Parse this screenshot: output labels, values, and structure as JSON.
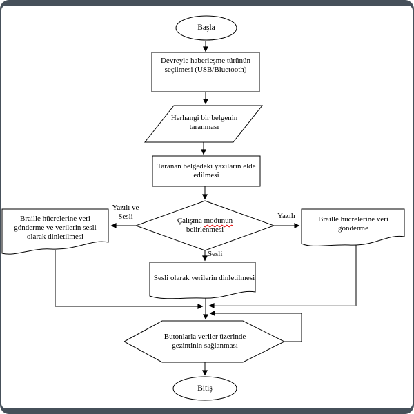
{
  "window": {
    "frame_color": "#46505a",
    "canvas_color": "#ffffff"
  },
  "flowchart": {
    "title_hint": "document scanning / braille device mode flowchart",
    "colors": {
      "stroke": "#000000",
      "spellcheck_underline": "#e60000",
      "merge_line_gray": "#8c8c8c"
    },
    "start": "Başla",
    "end": "Bitiş",
    "nodes": {
      "select_comm": "Devreyle haberleşme türünün seçilmesi (USB/Bluetooth)",
      "scan_doc": "Herhangi bir belgenin taranması",
      "extract_text": "Taranan belgedeki yazıların elde edilmesi",
      "decision": {
        "before": "Çalışma",
        "misspelled": "modunun",
        "after": "belirlenmesi"
      },
      "left_output": "Braille hücrelerine veri gönderme ve verilerin sesli olarak dinletilmesi",
      "right_output": "Braille hücrelerine veri gönderme",
      "audio_output": "Sesli olarak verilerin dinletilmesi",
      "navigate": "Butonlarla veriler üzerinde gezintinin sağlanması"
    },
    "edge_labels": {
      "left": "Yazılı ve Sesli",
      "right": "Yazılı",
      "down": "Sesli"
    }
  }
}
